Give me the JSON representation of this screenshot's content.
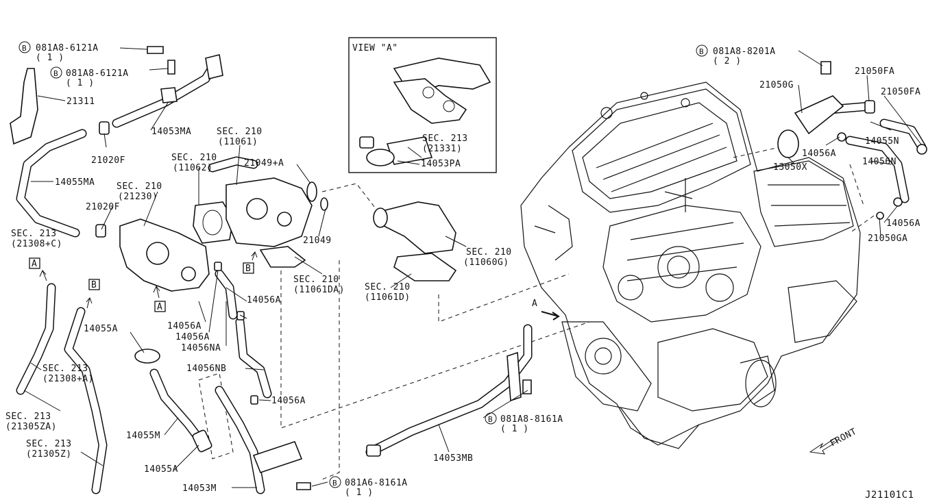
{
  "diagram_id": "J21101C1",
  "view_box_title": "VIEW \"A\"",
  "front_label": "FRONT",
  "arrow_a": "A",
  "callouts": {
    "b1": {
      "code": "081A8-6121A",
      "qty": "( 1 )"
    },
    "b2": {
      "code": "081A8-6121A",
      "qty": "( 1 )"
    },
    "b3": {
      "code": "081A8-8201A",
      "qty": "( 2 )"
    },
    "b4": {
      "code": "081A8-8161A",
      "qty": "( 1 )"
    },
    "b5": {
      "code": "081A6-8161A",
      "qty": "( 1 )"
    }
  },
  "bolt_symbol": "B",
  "box_a": "A",
  "box_b": "B",
  "parts": {
    "p21311": "21311",
    "p14053MA": "14053MA",
    "p21020F_a": "21020F",
    "p14055MA": "14055MA",
    "p21020F_b": "21020F",
    "sec210_21230": [
      "SEC. 210",
      "(21230)"
    ],
    "sec210_11062": [
      "SEC. 210",
      "(11062)"
    ],
    "sec210_11061": [
      "SEC. 210",
      "(11061)"
    ],
    "p21049A": "21049+A",
    "p21049": "21049",
    "sec213_21308C": [
      "SEC. 213",
      "(21308+C)"
    ],
    "sec213_21331": [
      "SEC. 213",
      "(21331)"
    ],
    "p14053PA": "14053PA",
    "sec210_11060G": [
      "SEC. 210",
      "(11060G)"
    ],
    "sec210_11061DA": [
      "SEC. 210",
      "(11061DA)"
    ],
    "sec210_11061D": [
      "SEC. 210",
      "(11061D)"
    ],
    "p14056A_1": "14056A",
    "p14056A_2": "14056A",
    "p14056A_3": "14056A",
    "p14056NA": "14056NA",
    "p14055A_1": "14055A",
    "p14056NB": "14056NB",
    "p14056A_4": "14056A",
    "sec213_21308A": [
      "SEC. 213",
      "(21308+A)"
    ],
    "sec213_21305ZA": [
      "SEC. 213",
      "(21305ZA)"
    ],
    "sec213_21305Z": [
      "SEC. 213",
      "(21305Z)"
    ],
    "p14055M": "14055M",
    "p14055A_2": "14055A",
    "p14053M": "14053M",
    "p14053MB": "14053MB",
    "p21050FA_1": "21050FA",
    "p21050FA_2": "21050FA",
    "p21050G": "21050G",
    "p14055N": "14055N",
    "p14056A_5": "14056A",
    "p13050X": "13050X",
    "p14056N": "14056N",
    "p14056A_6": "14056A",
    "p21050GA": "21050GA"
  }
}
